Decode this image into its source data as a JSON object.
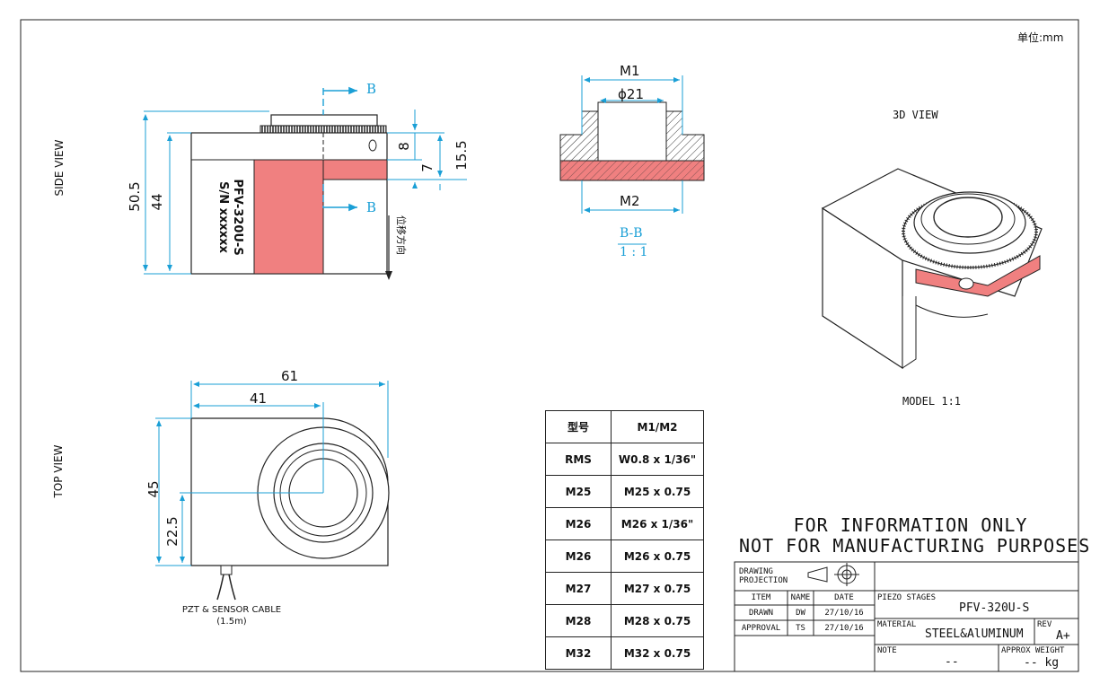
{
  "units_label": "单位:mm",
  "views": {
    "side": "SIDE VIEW",
    "top": "TOP VIEW",
    "view3d": "3D VIEW",
    "model_scale": "MODEL 1:1"
  },
  "side_view": {
    "label_line1": "PFV-320U-S",
    "label_line2": "S/N xxxxxx",
    "dim_total_height": "50.5",
    "dim_body_height": "44",
    "dim_8": "8",
    "dim_7": "7",
    "dim_15_5": "15.5",
    "section_marker": "B",
    "motion_dir": "位移方向"
  },
  "section_view": {
    "m1": "M1",
    "phi": "ϕ21",
    "m2": "M2",
    "section_name": "B-B",
    "section_scale": "1 : 1"
  },
  "top_view": {
    "dim_61": "61",
    "dim_41": "41",
    "dim_45": "45",
    "dim_22_5": "22.5",
    "cable_line1": "PZT & SENSOR CABLE",
    "cable_line2": "(1.5m)"
  },
  "thread_table": {
    "headers": [
      "型号",
      "M1/M2"
    ],
    "rows": [
      [
        "RMS",
        "W0.8 x 1/36\""
      ],
      [
        "M25",
        "M25 x 0.75"
      ],
      [
        "M26",
        "M26 x 1/36\""
      ],
      [
        "M26",
        "M26 x 0.75"
      ],
      [
        "M27",
        "M27 x 0.75"
      ],
      [
        "M28",
        "M28 x 0.75"
      ],
      [
        "M32",
        "M32 x 0.75"
      ]
    ]
  },
  "title_block": {
    "notice_line1": "FOR INFORMATION ONLY",
    "notice_line2": "NOT FOR MANUFACTURING PURPOSES",
    "drawing_projection": "DRAWING PROJECTION",
    "col_item": "ITEM",
    "col_name": "NAME",
    "col_date": "DATE",
    "row1_item": "DRAWN",
    "row1_name": "DW",
    "row1_date": "27/10/16",
    "row2_item": "APPROVAL",
    "row2_name": "TS",
    "row2_date": "27/10/16",
    "piezo_label": "PIEZO STAGES",
    "part_number": "PFV-320U-S",
    "material_label": "MATERIAL",
    "material_value": "STEEL&AlUMINUM",
    "rev_label": "REV",
    "rev_value": "A+",
    "note_label": "NOTE",
    "note_value": "--",
    "weight_label": "APPROX WEIGHT",
    "weight_value": "-- kg"
  },
  "colors": {
    "piezo_pink": "#f08080",
    "dimension_cyan": "#1a9fd6",
    "line": "#111111"
  }
}
